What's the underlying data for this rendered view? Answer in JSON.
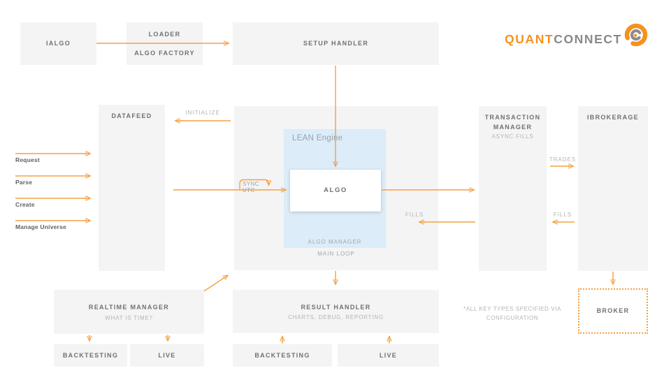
{
  "logo": {
    "text_primary": "QUANT",
    "text_secondary": "CONNECT",
    "icon": "quantconnect-spiral-icon"
  },
  "colors": {
    "accent_orange": "#F5A040",
    "logo_orange": "#F6911E",
    "logo_gray": "#87898C",
    "box_gray": "#F4F4F5",
    "lean_blue": "#DCECF9",
    "title_text": "#6E7073",
    "muted_text": "#B2B4B6"
  },
  "boxes": {
    "ialgo": {
      "title": "IALGO"
    },
    "loader": {
      "title": "LOADER",
      "subtitle": "ALGO FACTORY"
    },
    "setup_handler": {
      "title": "SETUP HANDLER"
    },
    "datafeed": {
      "title": "DATAFEED"
    },
    "transaction_manager": {
      "line1": "TRANSACTION",
      "line2": "MANAGER",
      "subtitle": "ASYNC FILLS"
    },
    "ibrokerage": {
      "title": "IBROKERAGE"
    },
    "realtime_manager": {
      "title": "REALTIME MANAGER",
      "subtitle": "WHAT IS TIME?"
    },
    "result_handler": {
      "title": "RESULT HANDLER",
      "subtitle": "CHARTS, DEBUG, REPORTING"
    },
    "backtesting_left": {
      "title": "BACKTESTING"
    },
    "live_left": {
      "title": "LIVE"
    },
    "backtesting_center": {
      "title": "BACKTESTING"
    },
    "live_center": {
      "title": "LIVE"
    },
    "broker": {
      "title": "BROKER"
    }
  },
  "lean": {
    "title": "LEAN Engine",
    "algo": "ALGO",
    "algo_manager": "ALGO MANAGER",
    "main_loop": "MAIN LOOP"
  },
  "flow_labels": {
    "initialize": "INITIALIZE",
    "sync_utc": "SYNC UTC",
    "trades": "TRADES",
    "fills_to_algo": "FILLS",
    "fills_from_broker": "FILLS"
  },
  "datafeed_inputs": [
    "Request",
    "Parse",
    "Create",
    "Manage Universe"
  ],
  "note": {
    "line1": "*ALL KEY TYPES SPECIFIED VIA",
    "line2": "CONFIGURATION"
  }
}
